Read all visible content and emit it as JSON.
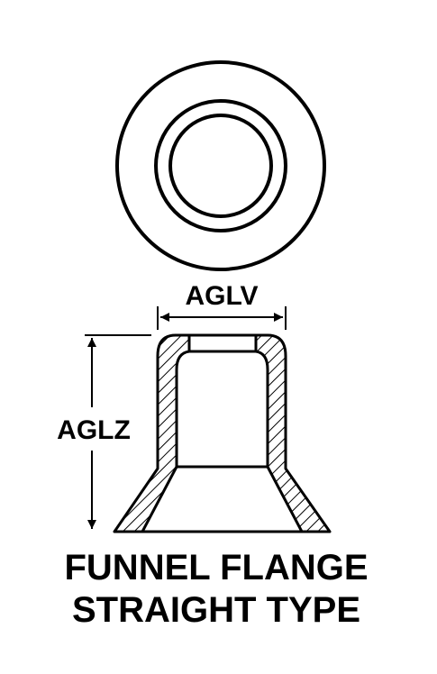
{
  "labels": {
    "width_dimension": "AGLV",
    "height_dimension": "AGLZ"
  },
  "caption": {
    "line1": "FUNNEL FLANGE",
    "line2": "STRAIGHT TYPE"
  },
  "colors": {
    "ink": "#000000",
    "paper": "#ffffff"
  }
}
